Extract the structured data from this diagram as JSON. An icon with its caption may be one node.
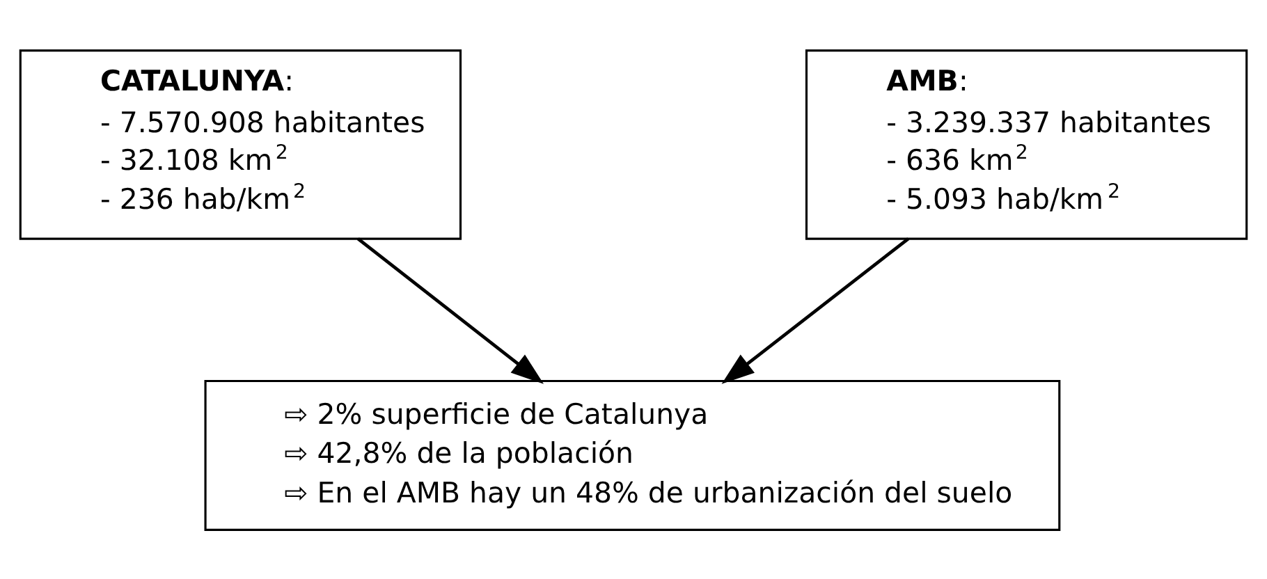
{
  "diagram": {
    "nodes": [
      {
        "text": [
          "**CATALUNYA**:",
          "- 7.570.908 habitantes",
          "- 32.108 km$^{2}$",
          "- 236 hab/km$^{2}$"
        ]
      },
      {
        "text": [
          "**AMB**:",
          "- 3.239.337 habitantes",
          "- 636 km$^{2}$",
          "- 5.093 hab/km$^{2}$"
        ]
      },
      {
        "text": [
          "⇨ 2% superficie de Catalunya",
          "⇨ 42,8% de la población",
          "⇨ En el AMB hay un 48% de urbanización del suelo"
        ]
      }
    ],
    "edges": [
      {
        "from": 0,
        "to": 2,
        "arrow": "to"
      },
      {
        "from": 1,
        "to": 2,
        "arrow": "to"
      }
    ]
  }
}
